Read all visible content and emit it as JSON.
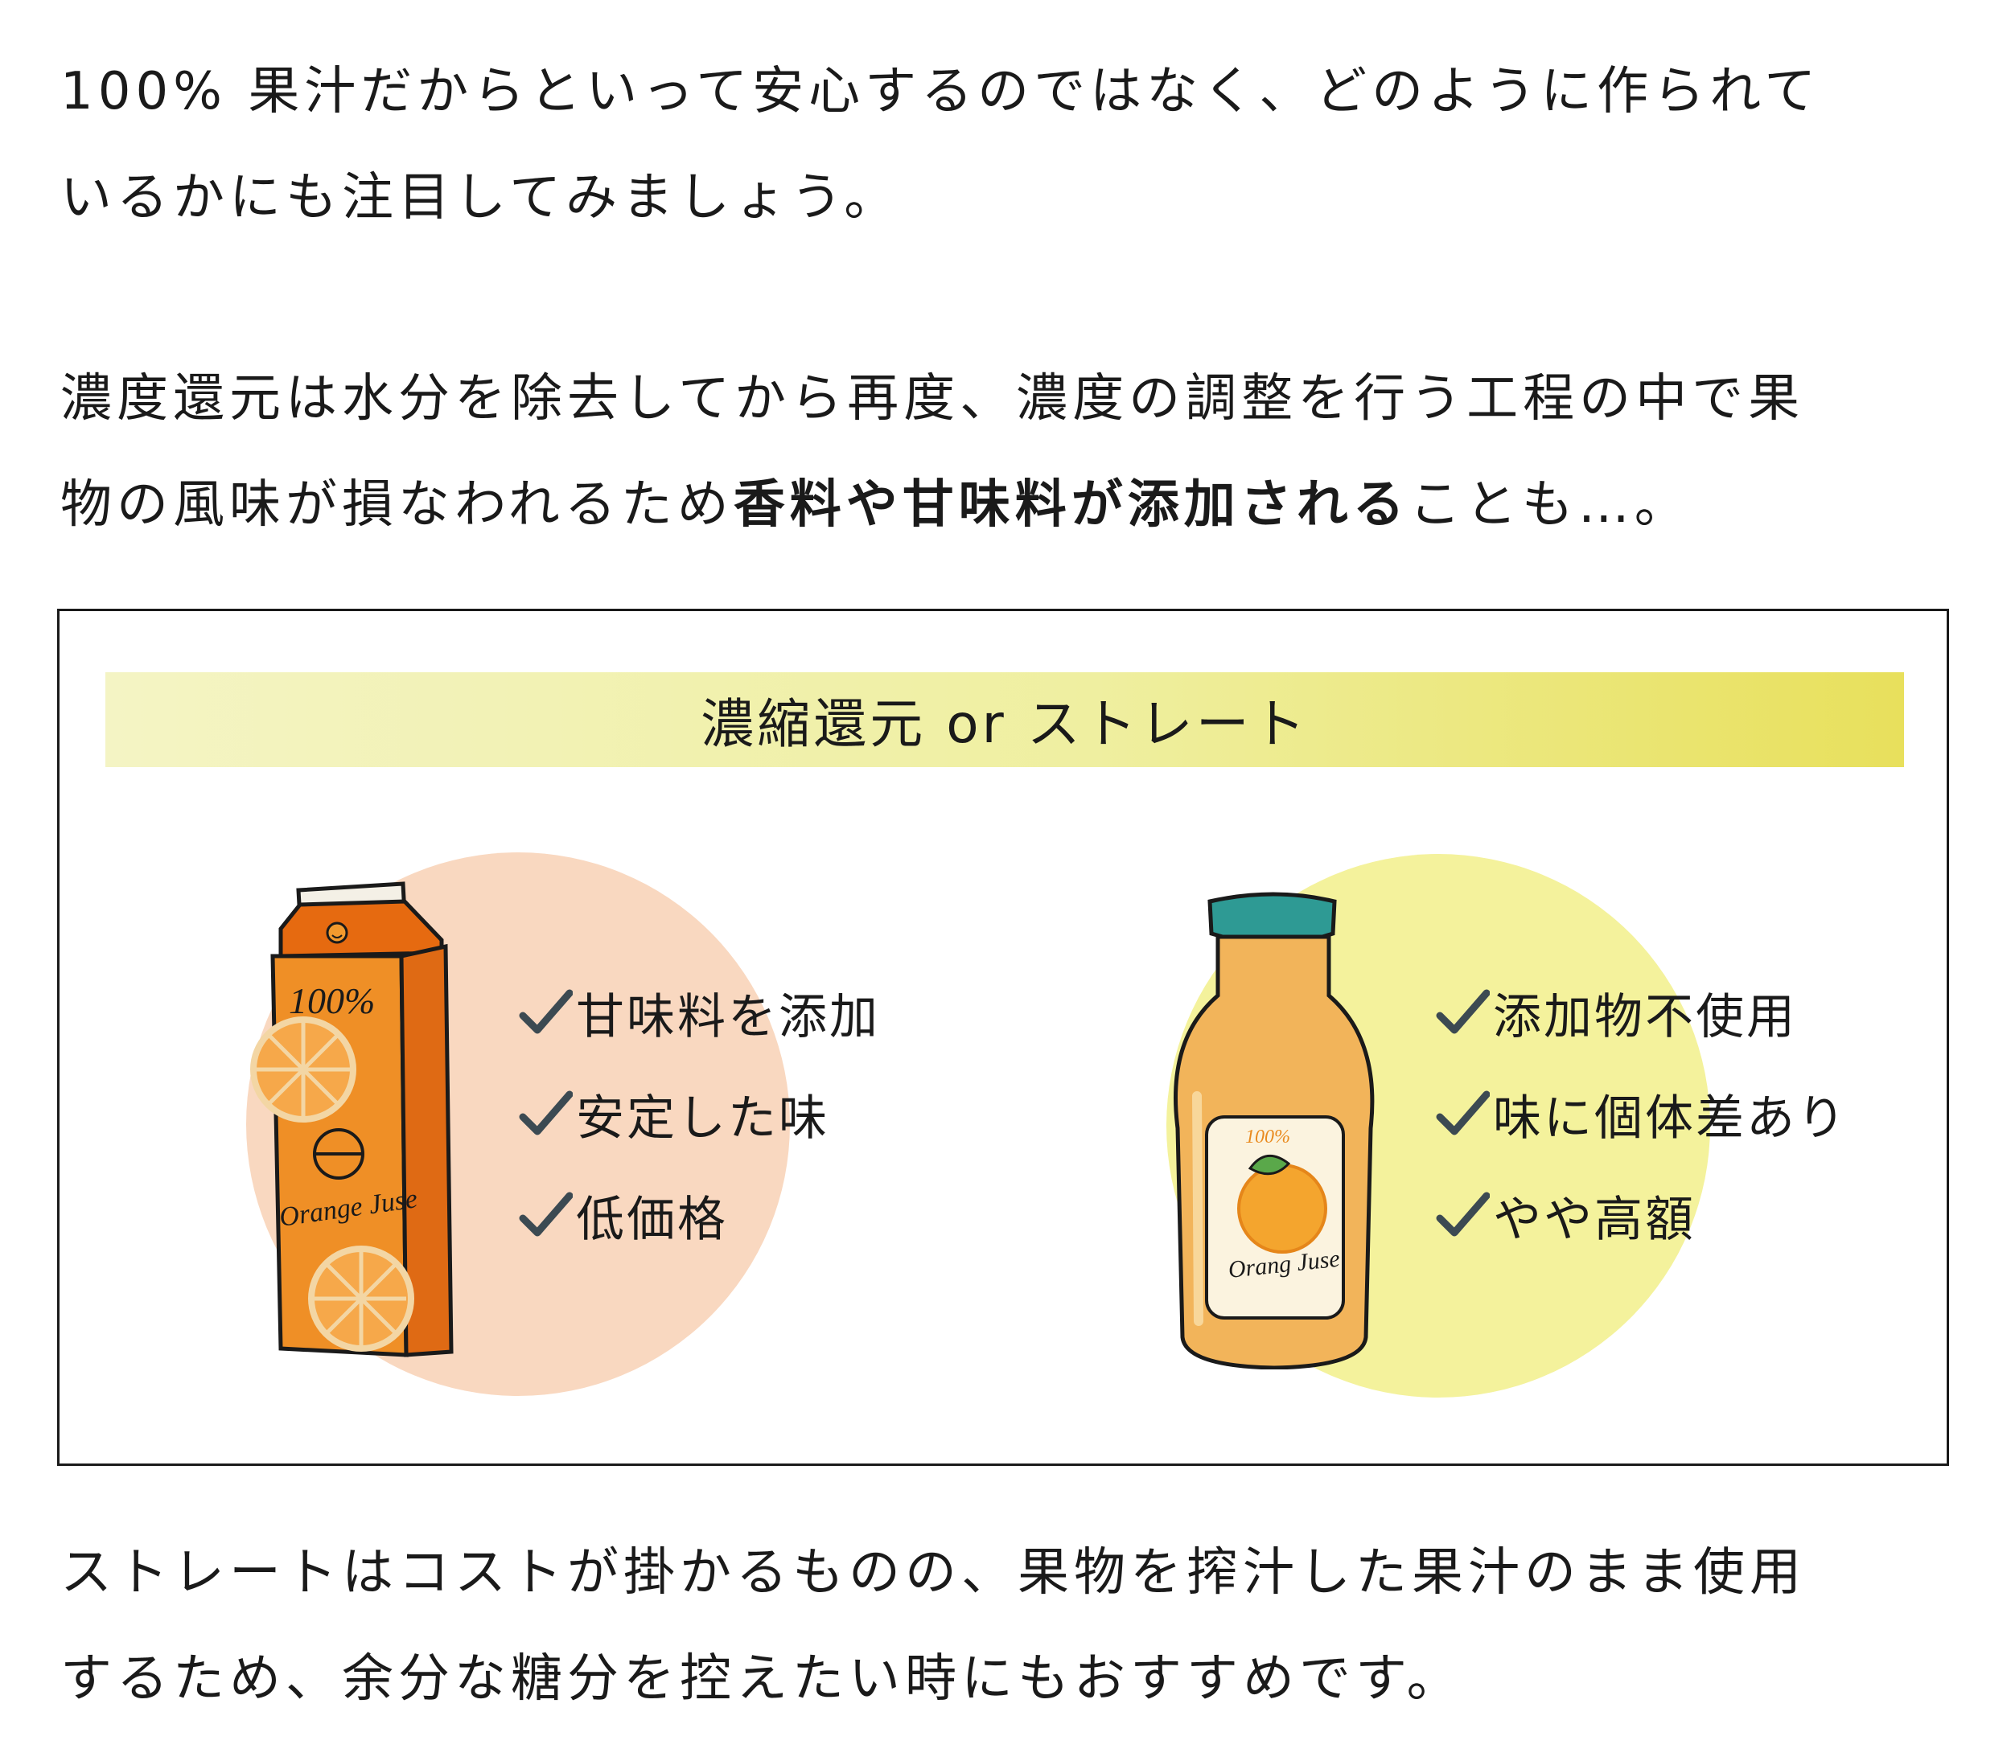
{
  "intro": {
    "line1": "100% 果汁だからといって安心するのではなく、どのように作られて",
    "line2": "いるかにも注目してみましょう。"
  },
  "concentrate_note": {
    "line1": "濃度還元は水分を除去してから再度、濃度の調整を行う工程の中で果",
    "line2_prefix": "物の風味が損なわれるため",
    "line2_bold": "香料や甘味料が添加される",
    "line2_suffix": "ことも…。"
  },
  "comparison": {
    "title": "濃縮還元 or ストレート",
    "concentrate": {
      "circle_color": "#f9d8c0",
      "carton_label_top": "100%",
      "carton_label_name": "Orange Juse",
      "points": [
        "甘味料を添加",
        "安定した味",
        "低価格"
      ]
    },
    "straight": {
      "circle_color": "#f4f29c",
      "bottle_label_top": "100%",
      "bottle_label_name": "Orang Juse",
      "points": [
        "添加物不使用",
        "味に個体差あり",
        "やや高額"
      ]
    }
  },
  "straight_note": {
    "line1": "ストレートはコストが掛かるものの、果物を搾汁した果汁のまま使用",
    "line2": "するため、余分な糖分を控えたい時にもおすすめです。"
  },
  "colors": {
    "text": "#1a1a1a",
    "check": "#3c4a52",
    "carton_orange": "#ec8a1e",
    "bottle_cap": "#2e9a94"
  }
}
